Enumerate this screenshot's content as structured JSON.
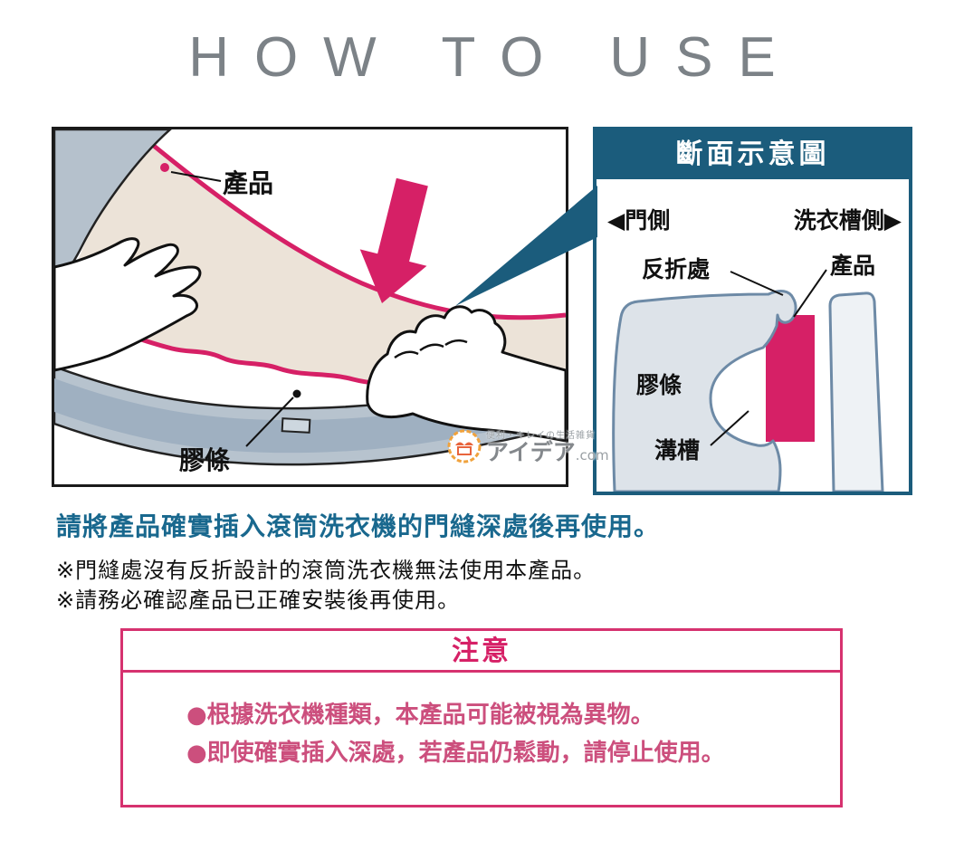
{
  "title": "HOW TO USE",
  "colors": {
    "accent_pink": "#d62066",
    "panel_teal": "#1b5c7c",
    "instruction_teal": "#19688e",
    "notice_border_pink": "#d6326f",
    "notice_text_pink": "#cc4f7d",
    "seal_gray_blue": "#b7c3ce",
    "cream": "#ece3d8"
  },
  "illustration": {
    "product_label": "產品",
    "rubber_label": "膠條"
  },
  "watermark": {
    "tagline": "便利・キレイの生活雑貨",
    "brand": "アイデア",
    "brand_suffix": ".com"
  },
  "cross_section": {
    "header": "斷面示意圖",
    "door_side": "◀門側",
    "tub_side": "洗衣槽側▶",
    "fold_label": "反折處",
    "product_label": "產品",
    "rubber_label": "膠條",
    "groove_label": "溝槽"
  },
  "instructions": {
    "main": "請將產品確實插入滾筒洗衣機的門縫深處後再使用。",
    "notes": [
      "※門縫處沒有反折設計的滾筒洗衣機無法使用本產品。",
      "※請務必確認產品已正確安裝後再使用。"
    ]
  },
  "notice": {
    "title": "注意",
    "items": [
      "●根據洗衣機種類，本產品可能被視為異物。",
      "●即使確實插入深處，若產品仍鬆動，請停止使用。"
    ]
  }
}
